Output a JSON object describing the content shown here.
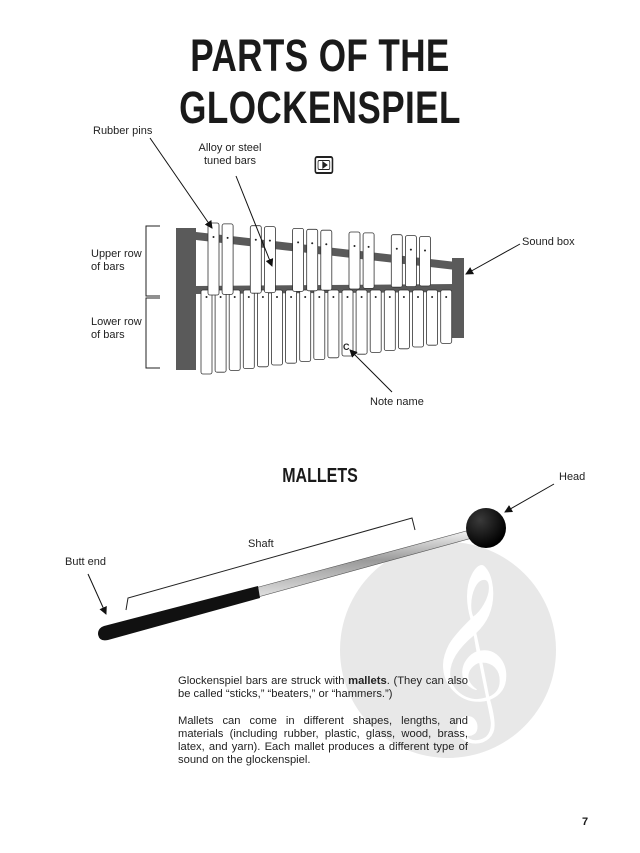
{
  "title": "PARTS OF THE GLOCKENSPIEL",
  "title_icon": "play-video-icon",
  "diagram_labels": {
    "rubber_pins": "Rubber pins",
    "tuned_bars": [
      "Alloy or steel",
      "tuned bars"
    ],
    "upper_row": [
      "Upper row",
      "of bars"
    ],
    "lower_row": [
      "Lower row",
      "of bars"
    ],
    "sound_box": "Sound box",
    "note_name": "Note name",
    "note_letter": "C"
  },
  "mallets": {
    "heading": "MALLETS",
    "head": "Head",
    "shaft": "Shaft",
    "butt_end": "Butt end"
  },
  "paragraphs": {
    "p1_before": "Glockenspiel bars are struck with ",
    "p1_bold": "mallets",
    "p1_after": ". (They can also be called “sticks,” “beaters,” or “hammers.”)",
    "p2": "Mallets can come in different shapes, lengths, and materials (including rubber, plastic, glass, wood, brass, latex, and yarn). Each mallet produces a different type of sound on the glockenspiel."
  },
  "page_number": "7",
  "colors": {
    "frame": "#5a5a5a",
    "bar_fill": "#ffffff",
    "mallet_head": "#000000",
    "watermark": "#e6e6e6"
  }
}
